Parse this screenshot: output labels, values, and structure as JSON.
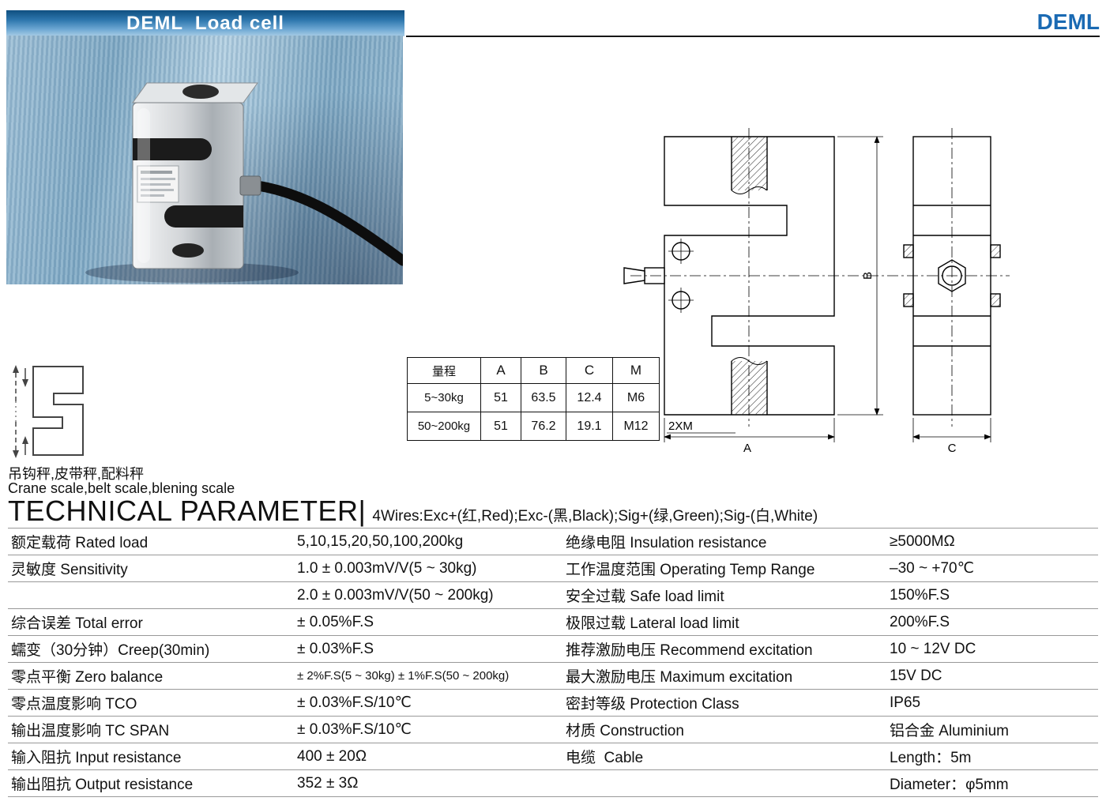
{
  "page": {
    "banner_title": "DEML  Load cell",
    "brand": "DEML"
  },
  "colors": {
    "brand_blue": "#1a6ab3",
    "banner_gradient_top": "#0f4f80",
    "banner_gradient_bottom": "#a9cde6"
  },
  "spec_table": {
    "headers": [
      "量程",
      "A",
      "B",
      "C",
      "M"
    ],
    "rows": [
      [
        "5~30kg",
        "51",
        "63.5",
        "12.4",
        "M6"
      ],
      [
        "50~200kg",
        "51",
        "76.2",
        "19.1",
        "M12"
      ]
    ]
  },
  "drawing": {
    "dim_a": "A",
    "dim_b": "B",
    "dim_c": "C",
    "thread_note": "2XM"
  },
  "application": {
    "cn": "吊钩秤,皮带秤,配料秤",
    "en": "Crane scale,belt scale,blening scale"
  },
  "section": {
    "title": "TECHNICAL PARAMETER|",
    "wires_note": "4Wires:Exc+(红,Red);Exc-(黑,Black);Sig+(绿,Green);Sig-(白,White)"
  },
  "param_table": {
    "rows": [
      [
        "额定载荷 Rated load",
        "5,10,15,20,50,100,200kg",
        "绝缘电阻 Insulation resistance",
        "≥5000MΩ"
      ],
      [
        "灵敏度 Sensitivity",
        "1.0 ± 0.003mV/V(5 ~ 30kg)",
        "工作温度范围 Operating Temp Range",
        "–30 ~ +70℃"
      ],
      [
        "",
        "2.0 ± 0.003mV/V(50 ~ 200kg)",
        "安全过载 Safe load limit",
        "150%F.S"
      ],
      [
        "综合误差 Total error",
        "± 0.05%F.S",
        "极限过载 Lateral load limit",
        "200%F.S"
      ],
      [
        "蠕变（30分钟）Creep(30min)",
        "± 0.03%F.S",
        "推荐激励电压 Recommend excitation",
        "10 ~ 12V DC"
      ],
      [
        "零点平衡 Zero balance",
        "± 2%F.S(5 ~ 30kg) ± 1%F.S(50 ~ 200kg)",
        "最大激励电压 Maximum excitation",
        "15V DC"
      ],
      [
        "零点温度影响 TCO",
        "± 0.03%F.S/10℃",
        "密封等级 Protection Class",
        "IP65"
      ],
      [
        "输出温度影响 TC SPAN",
        "± 0.03%F.S/10℃",
        "材质 Construction",
        "铝合金 Aluminium"
      ],
      [
        "输入阻抗 Input resistance",
        "400 ± 20Ω",
        "电缆  Cable",
        "Length：5m"
      ],
      [
        "输出阻抗 Output resistance",
        "352 ± 3Ω",
        "",
        "Diameter：φ5mm"
      ]
    ]
  }
}
